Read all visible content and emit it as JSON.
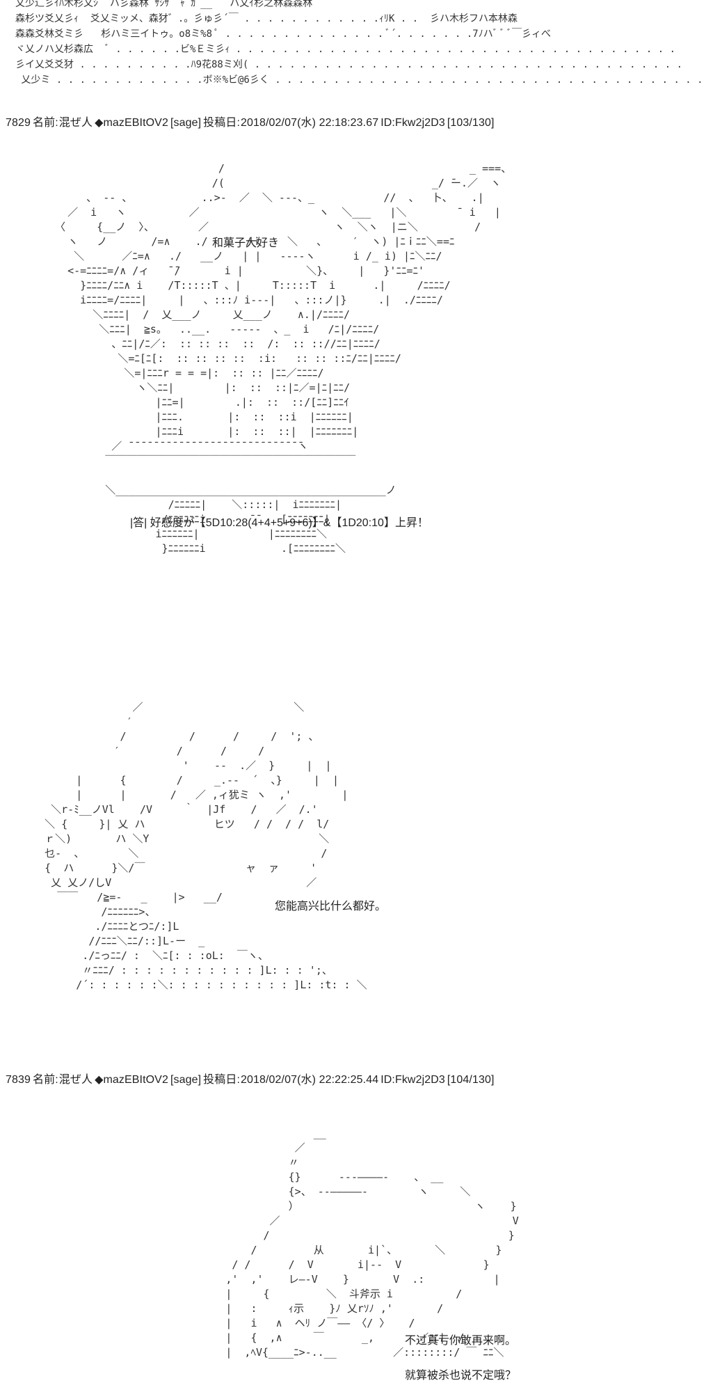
{
  "top_art": "乂少辶彡ｲﾊ木杉乂ｼ  ハ彡森林 ｻｼｻﾞ ｬ ｶﾞ__   ハ乂ｲ杉之林森森林\n森杉ツ爻乂彡ｨ  爻乂ミッメ、森犲゛.。彡ゅ彡´￣ . . . . . . . . . . . .ｨﾘK . .  彡ハ木杉フハ本林森\n森森爻林爻ミ彡   杉ハミ三イトゥ。o8ミ%8 ﾟ . . . . . . . . . . . . . . ﾞ´. . . . . . .7ﾉハﾞ ﾞ ﾞ￣彡ィべ\nヾ乂ノハ乂杉森広  ﾞ . . . . . .ビ%Ｅミ彡ｨ . . . . . . . . . . . . . . . . . . . . . . . . . . . . . . . . . . . . . .\n彡イ乂爻爻犲 . . . . . . . . . .ﾊ9花88ミ刈( . . . . . . . . . . . . . . . . . . . . . . . . . . . . . . . . . . . . .\n 乂少ミ . . . . . . . . . . . . .ボ※%ビ@6彡く . . . . . . . . . . . . . . . . . . . . . . . . . . . . . . . . . . . . .",
  "posts": [
    {
      "number": "7829",
      "name_label": "名前:",
      "name": "混ぜ人",
      "trip": "◆mazEBItOV2",
      "mail": "[sage]",
      "date_label": "投稿日:",
      "date": "2018/02/07(水) 22:18:23.67",
      "id": "ID:Fkw2j2D3",
      "count": "[103/130]"
    },
    {
      "number": "7839",
      "name_label": "名前:",
      "name": "混ぜ人",
      "trip": "◆mazEBItOV2",
      "mail": "[sage]",
      "date_label": "投稿日:",
      "date": "2018/02/07(水) 22:22:25.44",
      "id": "ID:Fkw2j2D3",
      "count": "[104/130]"
    }
  ],
  "art1": "                           /                                       _ ===、\n                          /(                                 _/ ̄ー.／  ヽ\n      、 ‐‐ 、           ..>-  ／  ＼ ---、_           //  、  卜、   .|\n   ／  i   ヽ          ／                   ヽ  ＼___   |＼        ̄  i   |\n 〈     {__ノ  〉、       ／                    ヽ  ＼ヽ  |ニ＼         /\n   ヽ   ノ       /=∧    ./      /ｉ    ＼   、    ′  ヽ) |ﾆｉﾆﾆ＼==ﾆ\n    ＼      ／ﾆ=∧   ./   __ノ   | |   ----ヽ      i /_ i) |ﾆ＼ﾆﾆ/\n   <-=ﾆﾆﾆﾆ=/∧ /ィ   ̄ ̄/       i |          ＼}、    |   }'ﾆﾆ=ﾆ'\n     }ﾆﾆﾆﾆ/ﾆﾆ∧ i    /T:::::T 、|     T:::::T  i      .|     /ﾆﾆﾆﾆ/\n     iﾆﾆﾆﾆ=/ﾆﾆﾆﾆ|     |   、:::ﾉ i---|   、:::ノ|}     .|  ./ﾆﾆﾆﾆ/\n       ＼ﾆﾆﾆﾆ|  /  乂___ノ     乂___ノ    ∧.|/ﾆﾆﾆﾆ/\n        ＼ﾆﾆﾆ|  ≧s。  ..__.   -----  、_  i   /ﾆ|/ﾆﾆﾆﾆ/\n          、ﾆﾆ|/ﾆ／:  :: :: ::  ::  /:  :: :://ﾆﾆ|ﾆﾆﾆﾆ/\n           ＼=ﾆ[ﾆ[:  :: :: :: ::  :i:   :: :: ::ﾆ/ﾆﾆ|ﾆﾆﾆﾆ/\n            ＼=|ﾆﾆﾆr = = =|:  :: :: |ﾆﾆ／ﾆﾆﾆﾆ/\n              ヽ＼ﾆﾆ|        |:  ::  ::|ﾆ／=|ﾆ|ﾆﾆ/\n                 |ﾆﾆ=|        .|:  ::  ::/[ﾆﾆ]ﾆﾆｲ\n                 |ﾆﾆﾆ.       |:  ::  ::i  |ﾆﾆﾆﾆﾆﾆ|\n                 |ﾆﾆﾆi       |:  ::  ::|  |ﾆﾆﾆﾆﾆﾆﾆ|\n          ／ ̄ ̄ ̄ ̄ ̄ ̄ ̄ ̄ ̄ ̄ ̄ ̄ ̄ ̄ ̄ ̄ ̄ ̄ ̄ ̄ ̄ ̄ ̄ ̄ ̄ ̄ ̄ ̄ヽ\n         ￣￣￣￣￣￣￣￣￣￣￣￣￣￣￣￣￣￣￣￣￣￣￣￣\n\n         ＼___________________________________________ノ\n                   /ﾆﾆﾆﾆﾆ|    ＼:::::|  iﾆﾆﾆﾆﾆﾆﾆ|\n                  /ﾆﾆﾆﾆﾆﾆi       ̄ ̄    [ﾆﾆﾆﾆﾆﾆﾆ|\n                 iﾆﾆﾆﾆﾆﾆ|           |ﾆﾆﾆﾆﾆﾆﾆﾆ＼\n                  }ﾆﾆﾆﾆﾆﾆi            .[ﾆﾆﾆﾆﾆﾆﾆﾆ＼",
  "art1_caption": "和菓子大好き",
  "art1_status": "|答|  好感度が【5D10:28(4+4+5+9+6)】&【1D20:10】上昇！",
  "art2": "                  ／                        ＼\n                 ′\n                /          /      /     /  '; 、\n               ′         /      /     /\n                          '    ‐-  .／  }     |  |\n         |      {        /     _.-‐  ´  、}     |  |\n         |      |       /   ／ ,ィ犹ミ ヽ  ,'        |\n     ＼r‐ﾐ__ノVl    /V     ｀  |Jf    /   ／  /.'\n    ＼ {     }| 乂 ハ           ヒツ   / /  / /  l/\n    ｒ＼)       ハ ＼Y                           ＼\n    乜‐  、       ＼                             /\n    {  ハ      }＼/￣                ャ  ァ     '\n     乂 乂ノ/しV                               ／\n      ￣￣   /≧=-   _    |>   __/\n             /ﾆﾆﾆﾆﾆﾆ>、\n            ./ﾆﾆﾆﾆとつﾆ/:]L\n           //ﾆﾆﾆ＼ﾆﾆ/::]L‐ー  _\n          ./ﾆっﾆﾆ/ :  ＼ﾆ[: : :oL:  ￣ヽ、\n          〃ﾆﾆﾆ/ : : : : : : : : : : : ]L: : : ';、\n         /´: : : : : :＼: : : : : : : : : : ]L: :t: : ＼",
  "art2_dialogue": "您能高兴比什么都好。",
  "art3": "                         __\n                      ／\n                     〃\n                     {}      --‐――――-    、 __\n                     {>、 --―――――-        ヽ     ＼\n                     ）                            ヽ    }\n                  ／                                     V\n                 /                                      }\n               /         从       i|`、      ＼        }\n            / /      /  V       i|‐-  V             }\n           ,'  ,'    レ―-V    }       V  .:           |\n           |     {         ＼  斗斧示 i          /\n           |   :     ｨ示    }ﾉ 乂rｿﾉ ,'       /\n           |   i   ∧  ヘﾘ ノ￣―― 〈/ 〉   /\n           |   {  ,∧     ￣      _,       ／ﾆﾆ|  /\n           |  ,ﾍV{____ﾆ>‐..__         ／::::::::/ ￣ ﾆﾆ＼",
  "art3_dialogue_1": "不过真亏你敢再来啊。",
  "art3_dialogue_2": "就算被杀也说不定哦？"
}
